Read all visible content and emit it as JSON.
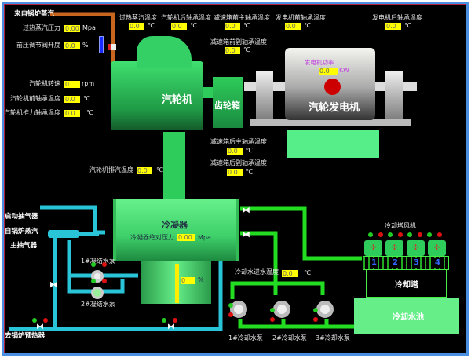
{
  "colors": {
    "background": "#000000",
    "steam_pipe": "#c8651e",
    "condensate_pipe": "#29c4d8",
    "cooling_pipe": "#22dd22",
    "equipment": "#2ecc5a",
    "value_box": "#ffff00",
    "run_indicator": "#22cc22",
    "stop_indicator": "#dd1111"
  },
  "steam_source": "来自锅炉蒸汽",
  "readings": {
    "superheat_pressure": {
      "label": "过热蒸汽压力",
      "value": "0.00",
      "unit": "Mpa"
    },
    "valve_opening": {
      "label": "前压调节阀开度",
      "value": "0.0",
      "unit": "%"
    },
    "turbine_speed": {
      "label": "汽轮机转速",
      "value": "0",
      "unit": "rpm"
    },
    "turbine_front_bearing": {
      "label": "汽轮机前轴承温度",
      "value": "0.0",
      "unit": "℃"
    },
    "turbine_thrust_bearing": {
      "label": "汽轮机推力轴承温度",
      "value": "0.0",
      "unit": "℃"
    },
    "superheat_temp": {
      "label": "过热蒸汽温度",
      "value": "0.0",
      "unit": "℃"
    },
    "turbine_rear_bearing": {
      "label": "汽轮机后轴承温度",
      "value": "0.0",
      "unit": "℃"
    },
    "gear_front_main": {
      "label": "减速箱前主轴承温度",
      "value": "0.0",
      "unit": "℃"
    },
    "gear_front_aux": {
      "label": "减速箱前副轴承温度",
      "value": "0.0",
      "unit": "℃"
    },
    "gear_rear_main": {
      "label": "减速箱后主轴承温度",
      "value": "0.0",
      "unit": "℃"
    },
    "gear_rear_aux": {
      "label": "减速箱后副轴承温度",
      "value": "0.0",
      "unit": "℃"
    },
    "gen_front_bearing": {
      "label": "发电机前轴承温度",
      "value": "0.0",
      "unit": "℃"
    },
    "gen_rear_bearing": {
      "label": "发电机后轴承温度",
      "value": "0.0",
      "unit": "℃"
    },
    "gen_power": {
      "label": "发电机功率",
      "value": "0.0",
      "unit": "KW"
    },
    "exhaust_temp": {
      "label": "汽轮机排汽温度",
      "value": "0.0",
      "unit": "℃"
    },
    "condenser_pressure": {
      "label": "冷凝器绝对压力",
      "value": "0.00",
      "unit": "Mpa"
    },
    "hotwell_level": {
      "value": "0",
      "unit": "%",
      "percent": 0
    },
    "cooling_inlet_temp": {
      "label": "冷却水进水温度",
      "value": "0.0",
      "unit": "℃"
    }
  },
  "equipment": {
    "turbine": "汽轮机",
    "gearbox": "齿轮箱",
    "generator": "汽轮发电机",
    "condenser": "冷凝器",
    "start_ejector": "启动抽气器",
    "boiler_steam": "自锅炉蒸汽",
    "main_ejector": "主抽气器",
    "cond_pump_1": "1#凝结水泵",
    "cond_pump_2": "2#凝结水泵",
    "to_preheater": "去锅炉预热器",
    "cool_pump_1": "1#冷却水泵",
    "cool_pump_2": "2#冷却水泵",
    "cool_pump_3": "3#冷却水泵",
    "tower_fans": "冷却塔风机",
    "fan_numbers": [
      "1",
      "2",
      "3",
      "4"
    ],
    "tower": "冷却塔",
    "pool": "冷却水池"
  }
}
